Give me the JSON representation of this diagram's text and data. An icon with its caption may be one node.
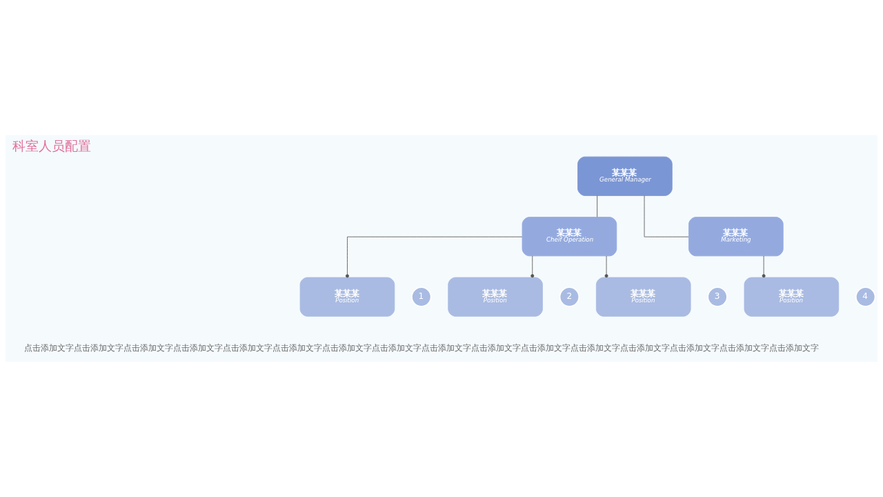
{
  "diagram": {
    "title": "科室人员配置",
    "nodes": [
      {
        "text": [
          "某某某",
          "General Manager"
        ]
      },
      {
        "text": [
          "某某某",
          "Cheif Operation"
        ]
      },
      {
        "text": [
          "某某某",
          "Marketing"
        ]
      },
      {
        "text": [
          "某某某",
          "Position"
        ]
      },
      {
        "text": [
          "某某某",
          "Position"
        ]
      },
      {
        "text": [
          "某某某",
          "Position"
        ]
      },
      {
        "text": [
          "某某某",
          "Position"
        ]
      },
      {
        "text": [
          "1"
        ]
      },
      {
        "text": [
          "2"
        ]
      },
      {
        "text": [
          "3"
        ]
      },
      {
        "text": [
          "4"
        ]
      }
    ],
    "edges": [
      {
        "from": 0,
        "to": 1,
        "arrow": "none"
      },
      {
        "from": 0,
        "to": 2,
        "arrow": "none"
      },
      {
        "from": 1,
        "to": 3,
        "arrow": "other"
      },
      {
        "from": 1,
        "to": 4,
        "arrow": "other"
      },
      {
        "from": 1,
        "to": 5,
        "arrow": "other"
      },
      {
        "from": 2,
        "to": 6,
        "arrow": "other"
      }
    ],
    "labels": [
      "点击添加文字点击添加文字点击添加文字点击添加文字点击添加文字点击添加文字点击添加文字点击添加文字点击添加文字点击添加文字点击添加文字点击添加文字点击添加文字点击添加文字点击添加文字点击添加文字"
    ]
  }
}
